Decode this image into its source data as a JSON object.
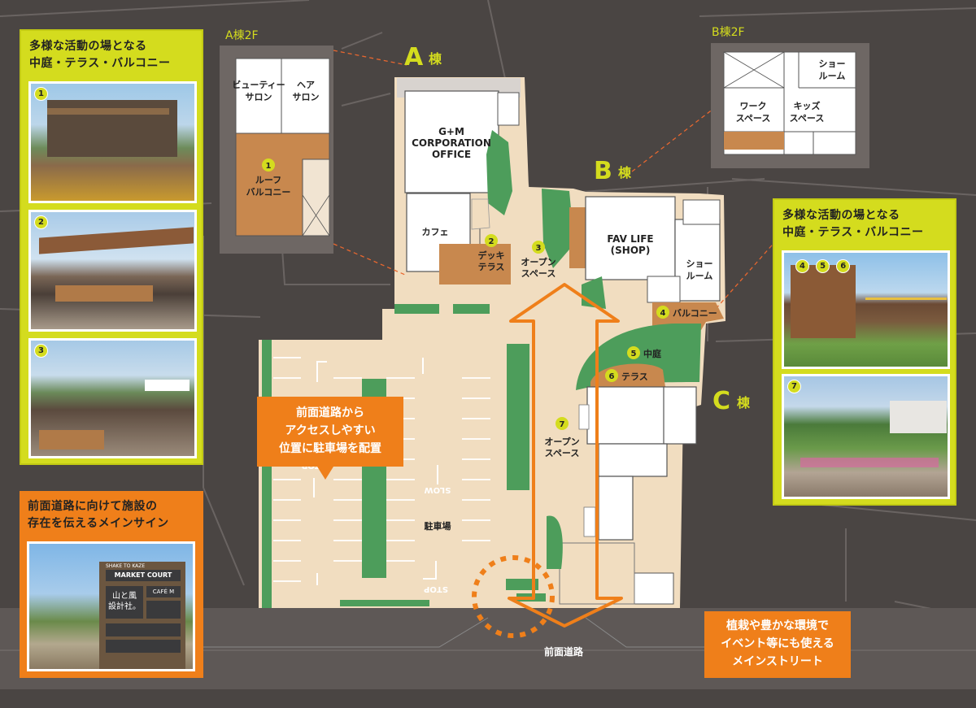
{
  "colors": {
    "road": "#4a4543",
    "site": "#f1ddc0",
    "building": "#ffffff",
    "green": "#4d9d5b",
    "terrace": "#c8884e",
    "accent_yellow": "#d4dc1e",
    "accent_orange": "#ef7f1a",
    "frame_gray": "#6e6764"
  },
  "building_labels": {
    "a": {
      "letter": "A",
      "suffix": "棟"
    },
    "b": {
      "letter": "B",
      "suffix": "棟"
    },
    "c": {
      "letter": "C",
      "suffix": "棟"
    }
  },
  "floor_plans": {
    "a2f": {
      "title": "A棟2F",
      "rooms": {
        "beauty": "ビューティー\nサロン",
        "hair": "ヘア\nサロン",
        "roof": "ルーフ\nバルコニー"
      },
      "roof_number": "1"
    },
    "b2f": {
      "title": "B棟2F",
      "rooms": {
        "show": "ショー\nルーム",
        "work": "ワーク\nスペース",
        "kids": "キッズ\nスペース"
      }
    }
  },
  "map_labels": {
    "office": "G+M\nCORPORATION\nOFFICE",
    "cafe": "カフェ",
    "deck": {
      "num": "2",
      "text": "デッキ\nテラス"
    },
    "open3": {
      "num": "3",
      "text": "オープン\nスペース"
    },
    "shop": "FAV LIFE\n(SHOP)",
    "showroom": "ショー\nルーム",
    "balcony": {
      "num": "4",
      "text": "バルコニー"
    },
    "courtyard": {
      "num": "5",
      "text": "中庭"
    },
    "terrace": {
      "num": "6",
      "text": "テラス"
    },
    "open7": {
      "num": "7",
      "text": "オープン\nスペース"
    },
    "parking": "駐車場",
    "road": "前面道路",
    "slow": "SLOW",
    "stop": "STOP"
  },
  "panels": {
    "left_top": {
      "title": "多様な活動の場となる\n中庭・テラス・バルコニー",
      "photos": [
        {
          "badge": "1"
        },
        {
          "badge": "2"
        },
        {
          "badge": "3"
        }
      ]
    },
    "right_top": {
      "title": "多様な活動の場となる\n中庭・テラス・バルコニー",
      "photos": [
        {
          "badges": [
            "4",
            "5",
            "6"
          ]
        },
        {
          "badges": [
            "7"
          ]
        }
      ]
    },
    "left_bottom": {
      "title": "前面道路に向けて施設の\n存在を伝えるメインサイン",
      "sign_text": {
        "brand_top": "SHAKE TO KAZE",
        "brand": "MARKET COURT",
        "main": "山と風\n設計社。",
        "cafe": "CAFÉ M"
      }
    }
  },
  "callouts": {
    "parking": "前面道路から\nアクセスしやすい\n位置に駐車場を配置",
    "street": "植栽や豊かな環境で\nイベント等にも使える\nメインストリート"
  }
}
